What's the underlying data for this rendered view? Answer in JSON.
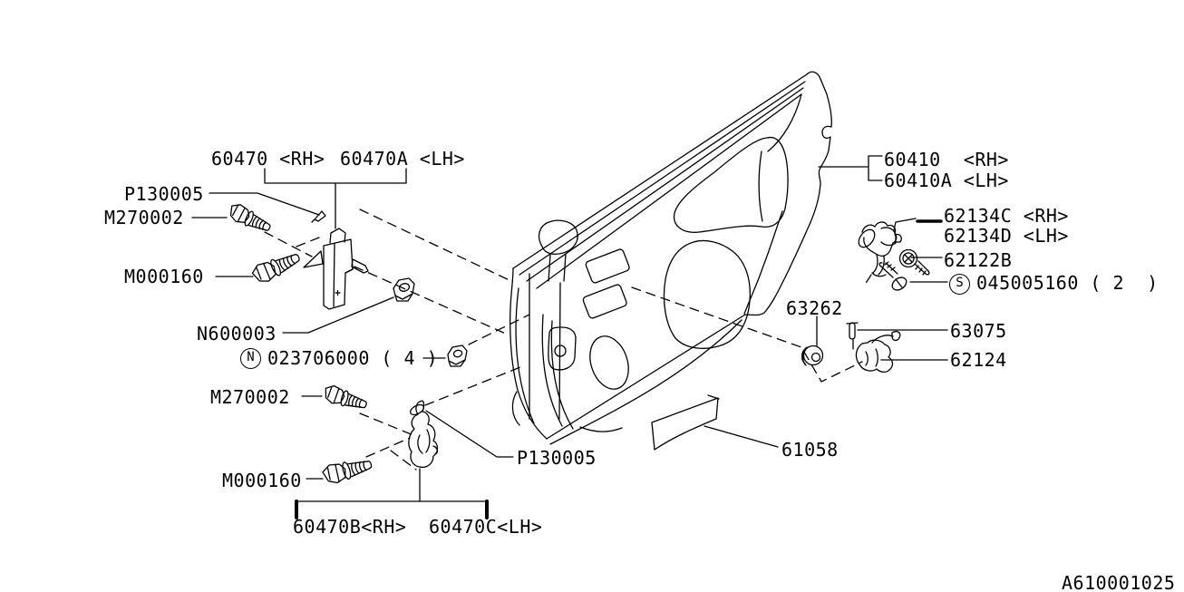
{
  "diagram": {
    "title_code": "A610001025",
    "line_color": "#000000",
    "background": "#ffffff",
    "labels": {
      "hinge_upper_rh": "60470 <RH>",
      "hinge_upper_lh": "60470A <LH>",
      "clip_upper": "P130005",
      "bolt_small_upper": "M270002",
      "bolt_large_upper": "M000160",
      "nut_hinge": "N600003",
      "nut_flange_symbol": "N",
      "nut_flange": "023706000 ( 4 )",
      "bolt_small_lower": "M270002",
      "bolt_large_lower": "M000160",
      "hinge_lower_rh": "60470B<RH>",
      "hinge_lower_lh": "60470C<LH>",
      "clip_lower": "P130005",
      "panel_rh": "60410  <RH>",
      "panel_lh": "60410A <LH>",
      "checker_rh": "62134C <RH>",
      "checker_lh": "62134D <LH>",
      "screw_checker": "62122B",
      "screw_tapping_symbol": "S",
      "screw_tapping": "045005160 ( 2  )",
      "plug": "63262",
      "stopper_pin": "63075",
      "checker_lower": "62124",
      "pad": "61058"
    }
  }
}
